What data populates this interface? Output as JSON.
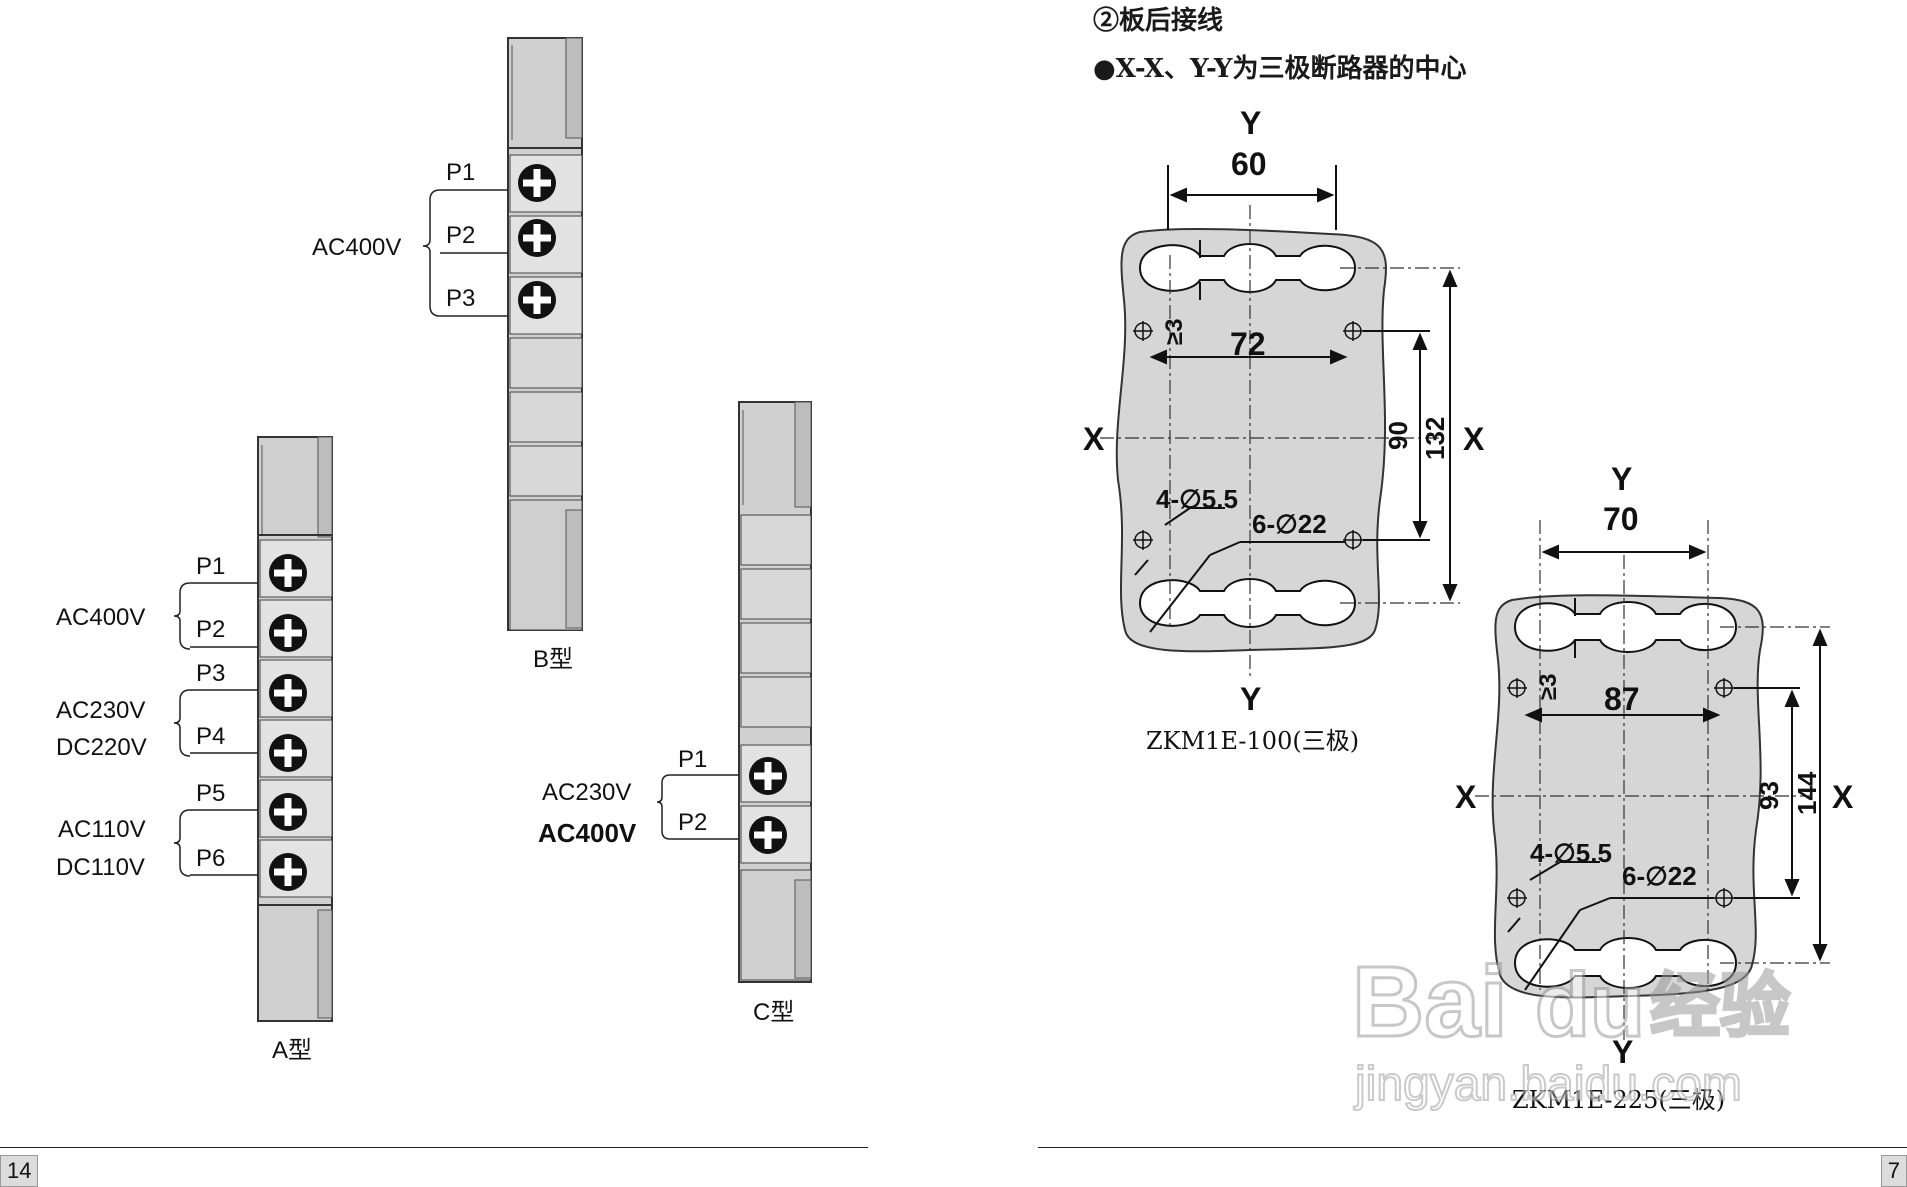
{
  "left_page": {
    "page_number": "14",
    "types": {
      "a": {
        "caption": "A型",
        "terminals": [
          "P1",
          "P2",
          "P3",
          "P4",
          "P5",
          "P6"
        ],
        "voltage_groups": [
          [
            "AC400V"
          ],
          [
            "AC230V",
            "DC220V"
          ],
          [
            "AC110V",
            "DC110V"
          ]
        ]
      },
      "b": {
        "caption": "B型",
        "terminals": [
          "P1",
          "P2",
          "P3"
        ],
        "voltage": "AC400V"
      },
      "c": {
        "caption": "C型",
        "terminals": [
          "P1",
          "P2"
        ],
        "voltage_lines": [
          "AC230V",
          "AC400V"
        ]
      }
    }
  },
  "right_page": {
    "page_number": "7",
    "section_heading": "②板后接线",
    "note": "●X-X、Y-Y为三极断路器的中心",
    "drawing_1": {
      "caption": "ZKM1E-100(三极)",
      "axis_y": "Y",
      "axis_x": "X",
      "dim_top": "60",
      "dim_offset": "≥3",
      "dim_mid": "72",
      "dim_height_inner": "90",
      "dim_height_outer": "132",
      "holes_small": "4-∅5.5",
      "holes_large": "6-∅22"
    },
    "drawing_2": {
      "caption": "ZKM1E-225(三极)",
      "axis_y": "Y",
      "axis_x": "X",
      "dim_top": "70",
      "dim_offset": "≥3",
      "dim_mid": "87",
      "dim_height_inner": "93",
      "dim_height_outer": "144",
      "holes_small": "4-∅5.5",
      "holes_large": "6-∅22"
    }
  },
  "watermark": {
    "brand": "Bai du 经验",
    "url": "jingyan.baidu.com"
  },
  "colors": {
    "terminal_body": "#d0d0d0",
    "panel_fill": "#d6d6d6",
    "ink": "#111111"
  }
}
